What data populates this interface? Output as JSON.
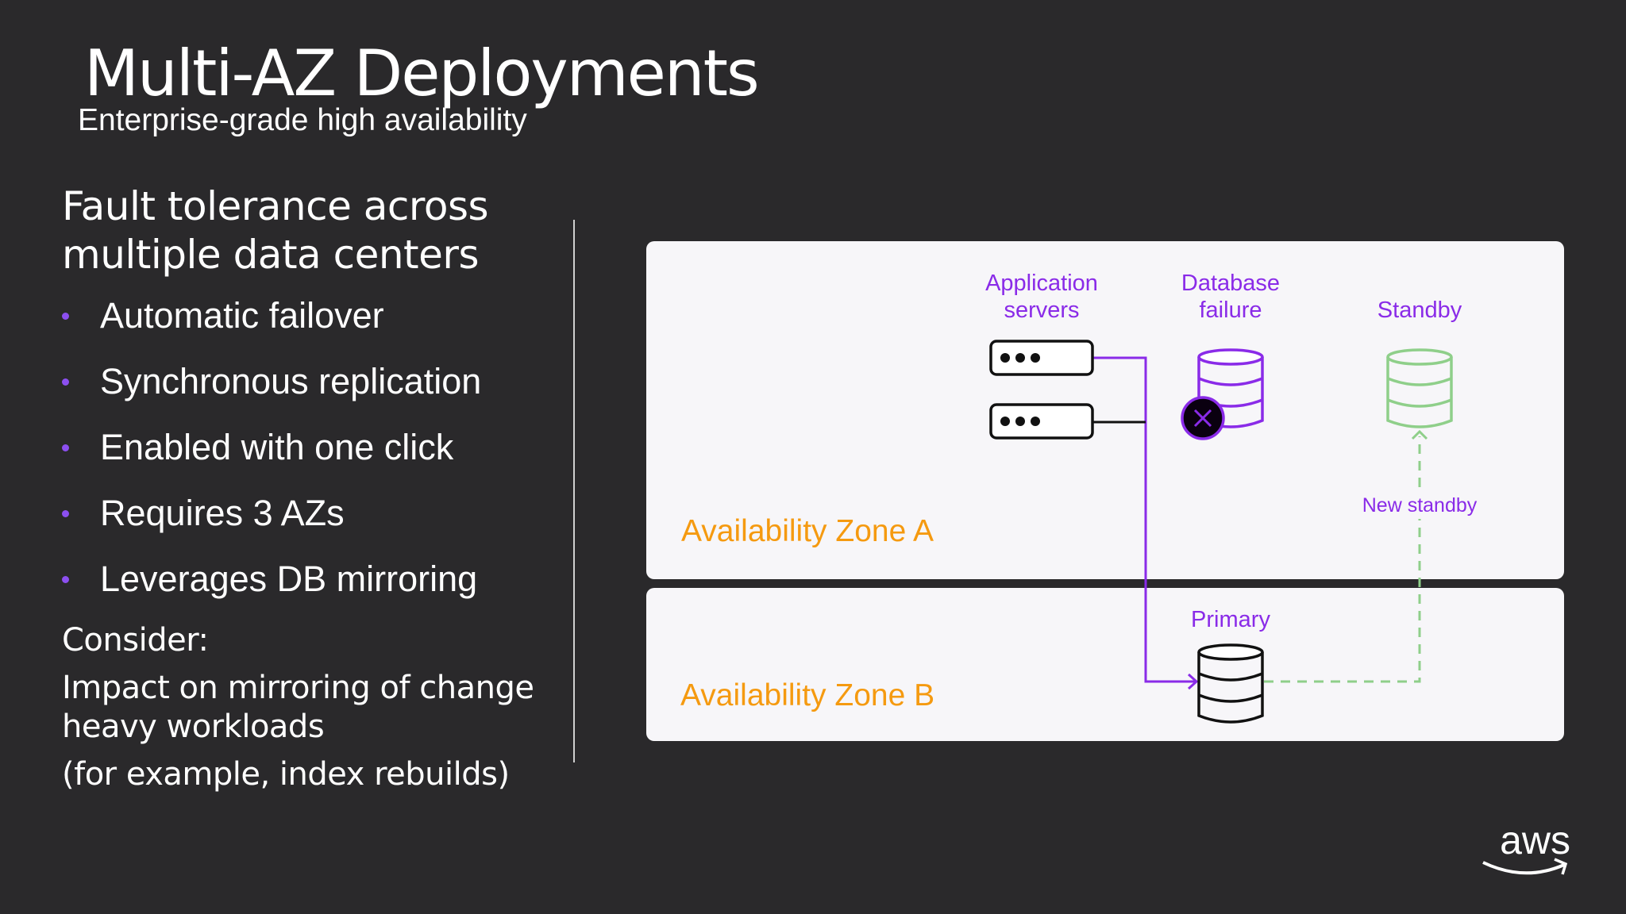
{
  "slide": {
    "title": "Multi-AZ Deployments",
    "subtitle": "Enterprise-grade high availability",
    "heading_line1": "Fault tolerance across",
    "heading_line2": "multiple data centers",
    "bullets": [
      "Automatic failover",
      "Synchronous replication",
      "Enabled with one click",
      "Requires 3 AZs",
      "Leverages DB mirroring"
    ],
    "consider_label": "Consider:",
    "consider_line1": "Impact on mirroring of change",
    "consider_line2": "heavy workloads",
    "consider_line3": "(for example, index rebuilds)"
  },
  "diagram": {
    "zone_a": "Availability Zone A",
    "zone_b": "Availability Zone B",
    "app_servers_line1": "Application",
    "app_servers_line2": "servers",
    "db_failure_line1": "Database",
    "db_failure_line2": "failure",
    "standby": "Standby",
    "new_standby": "New standby",
    "primary": "Primary",
    "colors": {
      "purple": "#8a2be8",
      "orange": "#f59a10",
      "green": "#8fcf8a",
      "zone_bg": "#f7f6f9",
      "background": "#2a292b"
    }
  },
  "logo": "aws"
}
